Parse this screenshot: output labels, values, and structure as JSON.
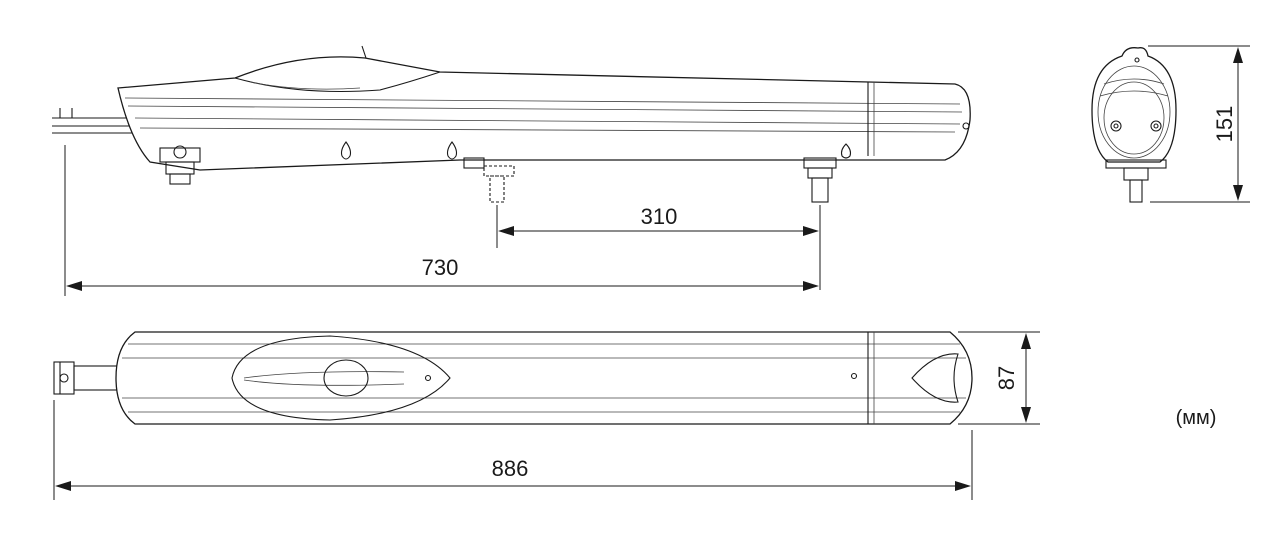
{
  "dimensions": {
    "pin_spacing": "310",
    "mount_length": "730",
    "overall_length": "886",
    "width": "87",
    "height": "151"
  },
  "unit_label": "(мм)"
}
